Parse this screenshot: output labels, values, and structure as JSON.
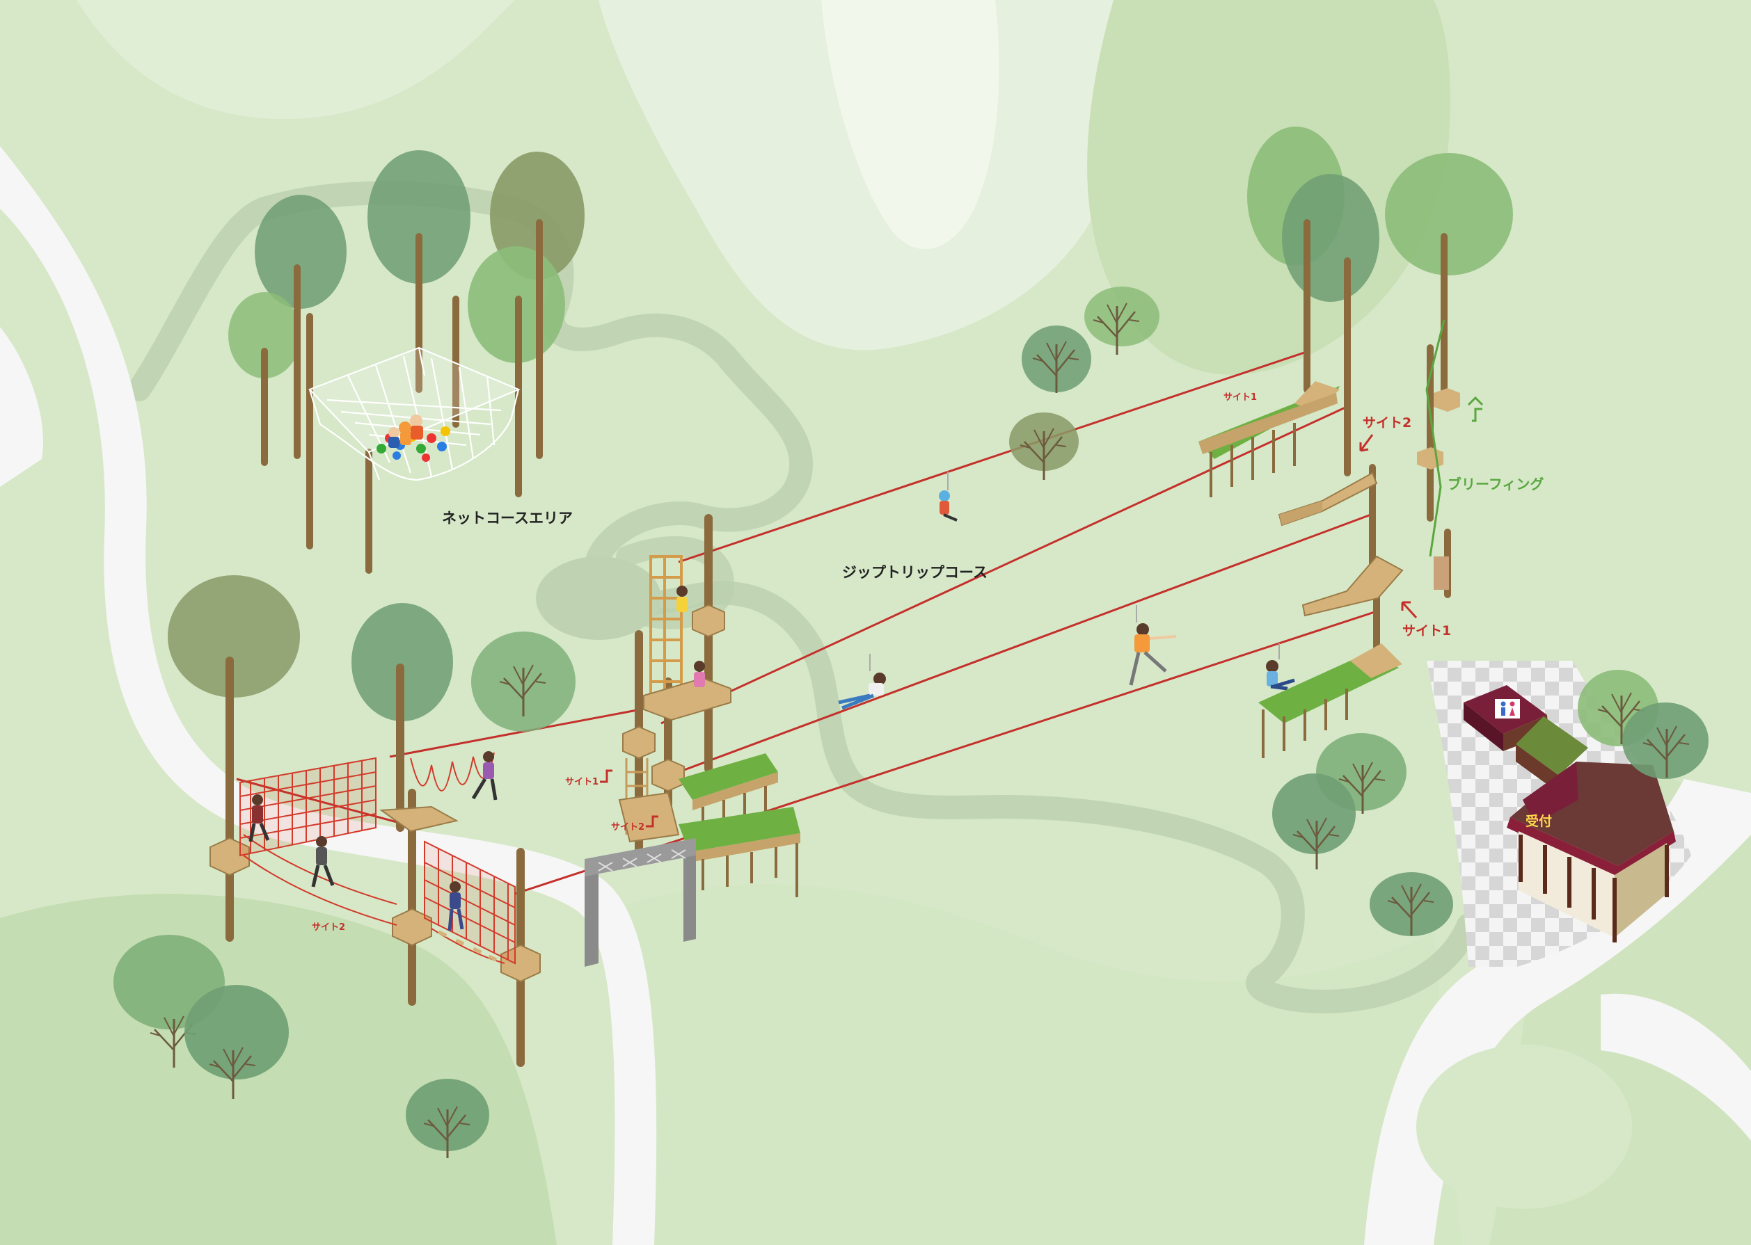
{
  "colors": {
    "background": "#e6f0de",
    "land_mid": "#d6e8c8",
    "land_dark": "#c4ddb2",
    "land_light": "#eef5e6",
    "road": "#f6f6f6",
    "trail": "#b9cfad",
    "zipline": "#c4302b",
    "pole": "#8b6b3d",
    "platform": "#d4b27a",
    "deck_green": "#6fb043",
    "tree_dark": "#6f9e73",
    "tree_mid": "#8cbd79",
    "tree_olive": "#889a66",
    "bush": "#7fb07a",
    "building_roof": "#7a1f3a",
    "building_wall": "#8f5a2e",
    "restroom_roof": "#5a7a3a",
    "label_text": "#222222",
    "red_text": "#c4302b",
    "green_text": "#5aa640",
    "sign_text": "#ffd84a"
  },
  "labels": {
    "net_area": "ネットコースエリア",
    "zip_course": "ジップトリップコース",
    "briefing": "ブリーフィング",
    "site1_right": "サイト1",
    "site2_right": "サイト2",
    "site1_top": "サイト1",
    "site1_left": "サイト1",
    "site2_left": "サイト2",
    "site2_bottom": "サイト2",
    "reception": "受付"
  },
  "icons": {
    "restroom": "restroom-icon",
    "briefing_arrow": "green-up-arrow-icon",
    "site_arrow": "red-arrow-icon"
  }
}
